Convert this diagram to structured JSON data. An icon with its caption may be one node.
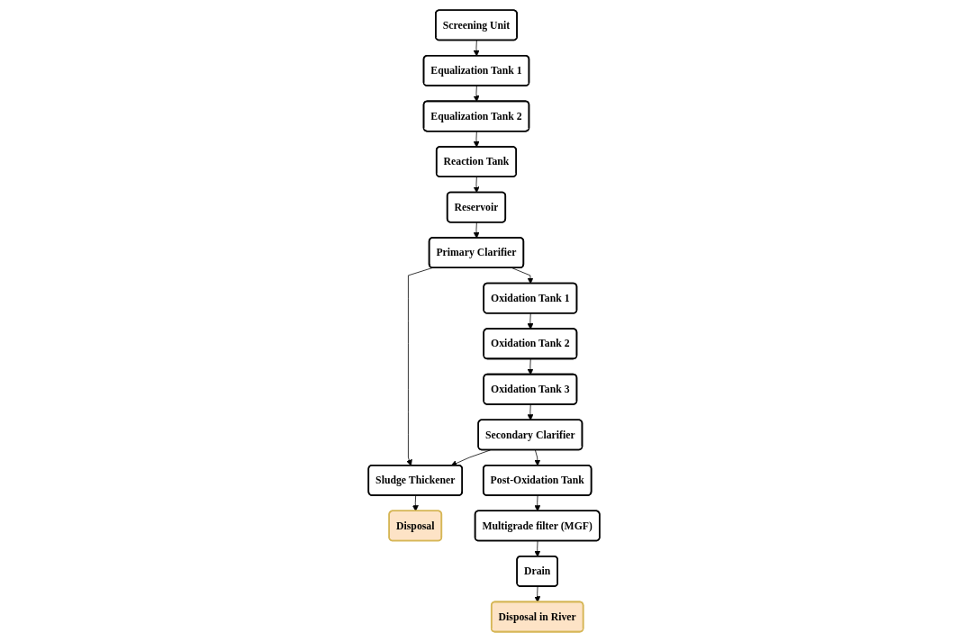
{
  "diagram": {
    "nodes": [
      {
        "text": [
          "Screening Unit"
        ]
      },
      {
        "text": [
          "Equalization Tank 1"
        ]
      },
      {
        "text": [
          "Equalization Tank 2"
        ]
      },
      {
        "text": [
          "Reaction Tank"
        ]
      },
      {
        "text": [
          "Oxidation Tank 2"
        ]
      },
      {
        "text": [
          "Oxidation Tank 1"
        ]
      },
      {
        "text": [
          "Primary Clarifier"
        ]
      },
      {
        "text": [
          "Reservoir"
        ]
      },
      {
        "text": [
          "Oxidation Tank 3"
        ]
      },
      {
        "text": [
          "Secondary Clarifier"
        ]
      },
      {
        "text": [
          "Sludge Thickener"
        ]
      },
      {
        "text": [
          "Disposal"
        ]
      },
      {
        "text": [
          "Post-Oxidation Tank"
        ]
      },
      {
        "text": [
          "Multigrade filter (MGF)"
        ]
      },
      {
        "text": [
          "Drain"
        ]
      },
      {
        "text": [
          "Disposal in River"
        ]
      }
    ],
    "edges": [
      {
        "from": 0,
        "to": 1,
        "arrow": "to"
      },
      {
        "from": 1,
        "to": 2,
        "arrow": "to"
      },
      {
        "from": 2,
        "to": 3,
        "arrow": "to"
      },
      {
        "from": 3,
        "to": 7,
        "arrow": "to"
      },
      {
        "from": 7,
        "to": 6,
        "arrow": "to"
      },
      {
        "from": 6,
        "to": 5,
        "arrow": "to"
      },
      {
        "from": 5,
        "to": 4,
        "arrow": "to"
      },
      {
        "from": 4,
        "to": 8,
        "arrow": "to"
      },
      {
        "from": 6,
        "to": 10,
        "arrow": "to"
      },
      {
        "from": 8,
        "to": 9,
        "arrow": "to"
      },
      {
        "from": 9,
        "to": 10,
        "arrow": "to"
      },
      {
        "from": 10,
        "to": 11,
        "arrow": "to"
      },
      {
        "from": 9,
        "to": 12,
        "arrow": "to"
      },
      {
        "from": 12,
        "to": 13,
        "arrow": "to"
      },
      {
        "from": 13,
        "to": 14,
        "arrow": "to"
      },
      {
        "from": 14,
        "to": 15,
        "arrow": "to"
      }
    ]
  }
}
